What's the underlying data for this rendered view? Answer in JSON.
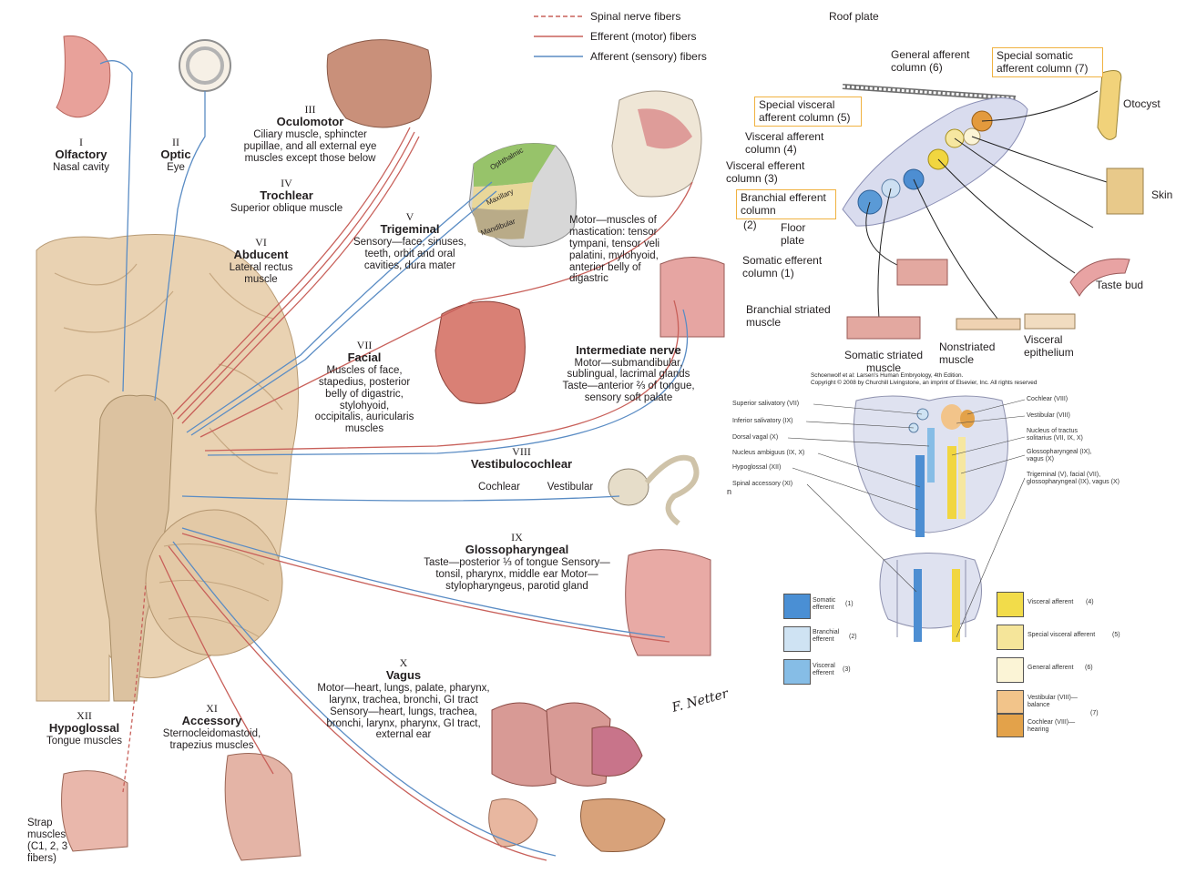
{
  "legend_top": {
    "spinal": "Spinal nerve fibers",
    "efferent": "Efferent (motor) fibers",
    "afferent": "Afferent (sensory) fibers"
  },
  "nerves": {
    "olfactory": {
      "num": "I",
      "name": "Olfactory",
      "desc": "Nasal cavity"
    },
    "optic": {
      "num": "II",
      "name": "Optic",
      "desc": "Eye"
    },
    "oculomotor": {
      "num": "III",
      "name": "Oculomotor",
      "desc": "Ciliary muscle, sphincter pupillae, and all external eye muscles except those below"
    },
    "trochlear": {
      "num": "IV",
      "name": "Trochlear",
      "desc": "Superior oblique muscle"
    },
    "trigeminal": {
      "num": "V",
      "name": "Trigeminal",
      "desc": "Sensory—face, sinuses, teeth, orbit and oral cavities, dura mater"
    },
    "trigeminal_motor": "Motor—muscles of mastication: tensor tympani, tensor veli palatini, mylohyoid, anterior belly of digastric",
    "abducent": {
      "num": "VI",
      "name": "Abducent",
      "desc": "Lateral rectus muscle"
    },
    "facial": {
      "num": "VII",
      "name": "Facial",
      "desc": "Muscles of face, stapedius, posterior belly of digastric, stylohyoid, occipitalis, auricularis muscles"
    },
    "intermediate": {
      "name": "Intermediate nerve",
      "desc": "Motor—submandibular, sublingual, lacrimal glands Taste—anterior ⅔ of tongue, sensory soft palate"
    },
    "vestibulocochlear": {
      "num": "VIII",
      "name": "Vestibulocochlear",
      "cochlear": "Cochlear",
      "vestibular": "Vestibular"
    },
    "glossopharyngeal": {
      "num": "IX",
      "name": "Glossopharyngeal",
      "desc": "Taste—posterior ⅓ of tongue Sensory—tonsil, pharynx, middle ear Motor—stylopharyngeus, parotid gland"
    },
    "vagus": {
      "num": "X",
      "name": "Vagus",
      "desc": "Motor—heart, lungs, palate, pharynx, larynx, trachea, bronchi, GI tract Sensory—heart, lungs, trachea, bronchi, larynx, pharynx, GI tract, external ear"
    },
    "accessory": {
      "num": "XI",
      "name": "Accessory",
      "desc": "Sternocleidomastoid, trapezius muscles"
    },
    "hypoglossal": {
      "num": "XII",
      "name": "Hypoglossal",
      "desc": "Tongue muscles"
    },
    "strap": "Strap muscles (C1, 2, 3 fibers)"
  },
  "face_regions": {
    "ophthalmic": "Ophthalmic",
    "maxillary": "Maxillary",
    "mandibular": "Mandibular"
  },
  "signature": "F. Netter",
  "columns": {
    "roof_plate": "Roof plate",
    "general_afferent": "General afferent column (6)",
    "special_somatic": "Special somatic afferent column (7)",
    "otocyst": "Otocyst",
    "special_visceral": "Special visceral afferent column (5)",
    "visceral_afferent": "Visceral afferent column (4)",
    "visceral_efferent": "Visceral efferent column (3)",
    "skin": "Skin",
    "branchial_efferent": "Branchial efferent column",
    "branchial_efferent_num": "(2)",
    "floor_plate": "Floor plate",
    "somatic_efferent": "Somatic efferent column (1)",
    "taste_bud": "Taste bud",
    "branchial_striated": "Branchial striated muscle",
    "somatic_striated": "Somatic striated muscle",
    "nonstriated": "Nonstriated muscle",
    "visceral_epithelium": "Visceral epithelium"
  },
  "credit": {
    "line1": "Schoenwolf et al: Larsen's Human Embryology, 4th Edition.",
    "line2": "Copyright © 2008 by Churchill Livingstone, an imprint of Elsevier, Inc. All rights reserved"
  },
  "brainstem": {
    "left": [
      "Superior salivatory (VII)",
      "Inferior salivatory (IX)",
      "Dorsal vagal (X)",
      "Nucleus ambiguus (IX, X)",
      "Hypoglossal (XII)",
      "Spinal accessory (XI)"
    ],
    "right": [
      "Cochlear (VIII)",
      "Vestibular (VIII)",
      "Nucleus of tractus solitarius (VII, IX, X)",
      "Glossopharyngeal (IX), vagus (X)",
      "Trigeminal (V), facial (VII), glossopharyngeal (IX), vagus (X)"
    ],
    "stray": "n"
  },
  "legend_bottom": {
    "left": [
      {
        "label": "Somatic efferent",
        "num": "(1)",
        "color": "#4a8fd4"
      },
      {
        "label": "Branchial efferent",
        "num": "(2)",
        "color": "#cfe3f3"
      },
      {
        "label": "Visceral efferent",
        "num": "(3)",
        "color": "#86bde6"
      }
    ],
    "right": [
      {
        "label": "Visceral afferent",
        "num": "(4)",
        "color": "#f2dc4a"
      },
      {
        "label": "Special visceral afferent",
        "num": "(5)",
        "color": "#f5e59a"
      },
      {
        "label": "General afferent",
        "num": "(6)",
        "color": "#fbf4d6"
      },
      {
        "label": "Vestibular (VIII)— balance",
        "color": "#f2c48a"
      },
      {
        "label": "Cochlear (VIII)— hearing",
        "color": "#e3a24a"
      }
    ],
    "right_num": "(7)"
  }
}
